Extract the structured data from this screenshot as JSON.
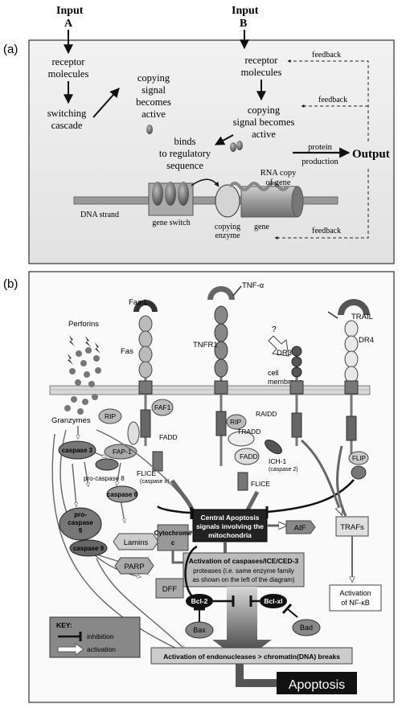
{
  "panel_a": {
    "label": "(a)",
    "input_a_title": "Input",
    "input_a_letter": "A",
    "input_b_title": "Input",
    "input_b_letter": "B",
    "receptor_a": [
      "receptor",
      "molecules"
    ],
    "switching": [
      "switching",
      "cascade"
    ],
    "copying_signal_a": [
      "copying",
      "signal",
      "becomes",
      "active"
    ],
    "receptor_b": [
      "receptor",
      "molecules"
    ],
    "copying_signal_b": [
      "copying",
      "signal becomes",
      "active"
    ],
    "binds": [
      "binds",
      "to regulatory",
      "sequence"
    ],
    "rna_copy": [
      "RNA copy",
      "of gene"
    ],
    "protein_production": [
      "protein",
      "production"
    ],
    "output": "Output",
    "feedback": [
      "feedback",
      "feedback",
      "feedback"
    ],
    "dna_strand": "DNA strand",
    "gene_switch": "gene switch",
    "copying_enzyme": [
      "copying",
      "enzyme"
    ],
    "gene": "gene"
  },
  "panel_b": {
    "label": "(b)",
    "perforins": "Perforins",
    "fas_l": "Fas-L",
    "fas": "Fas",
    "tnf_alpha": "TNF-α",
    "tnfr1": "TNFR1",
    "question": "?",
    "dr3": "DR3",
    "trail": "TRAIL",
    "dr4": "DR4",
    "cell_membrane": [
      "cell",
      "membrane"
    ],
    "granzymes": "Granzymes",
    "rip1": "RIP",
    "faf1": "FAF1",
    "fadd1": "FADD",
    "fap1": "FAP-1",
    "flice1": "FLICE",
    "flice1_sub": "(caspase 8)",
    "rip2": "RIP",
    "raidd": "RAIDD",
    "tradd": "TRADD",
    "fadd2": "FADD",
    "ich1": "ICH-1",
    "ich1_sub": "(caspase 2)",
    "flice2": "FLICE",
    "flip": "FLIP",
    "caspase3": "caspase 3",
    "pro_caspase8": "pro-caspase 8",
    "caspase6": "caspase 6",
    "pro_caspase9": [
      "pro-",
      "caspase",
      "9"
    ],
    "caspase9": "caspase 9",
    "lamins": "Lamins",
    "parp": "PARP",
    "dff": "DFF",
    "cytochrome": [
      "Cytochrome",
      "c"
    ],
    "central": [
      "Central Apoptosis",
      "signals involving the",
      "mitochondria"
    ],
    "aif": "AIF",
    "trafs": "TRAFs",
    "activation_caspases": [
      "Activation of caspases/ICE/CED-3",
      "proteases (i.e. same enzyme family",
      "as shown on the left of the diagram)"
    ],
    "activation_nfkb": [
      "Activation",
      "of NF-κB"
    ],
    "bcl2": "Bcl-2",
    "bclxl": "Bcl-xl",
    "bax": "Bax",
    "bad": "Bad",
    "key_title": "KEY:",
    "key_inhibition": "inhibition",
    "key_activation": "activation",
    "endonucleases": "Activation of endonucleases > chromatin(DNA) breaks",
    "apoptosis": "Apoptosis"
  }
}
